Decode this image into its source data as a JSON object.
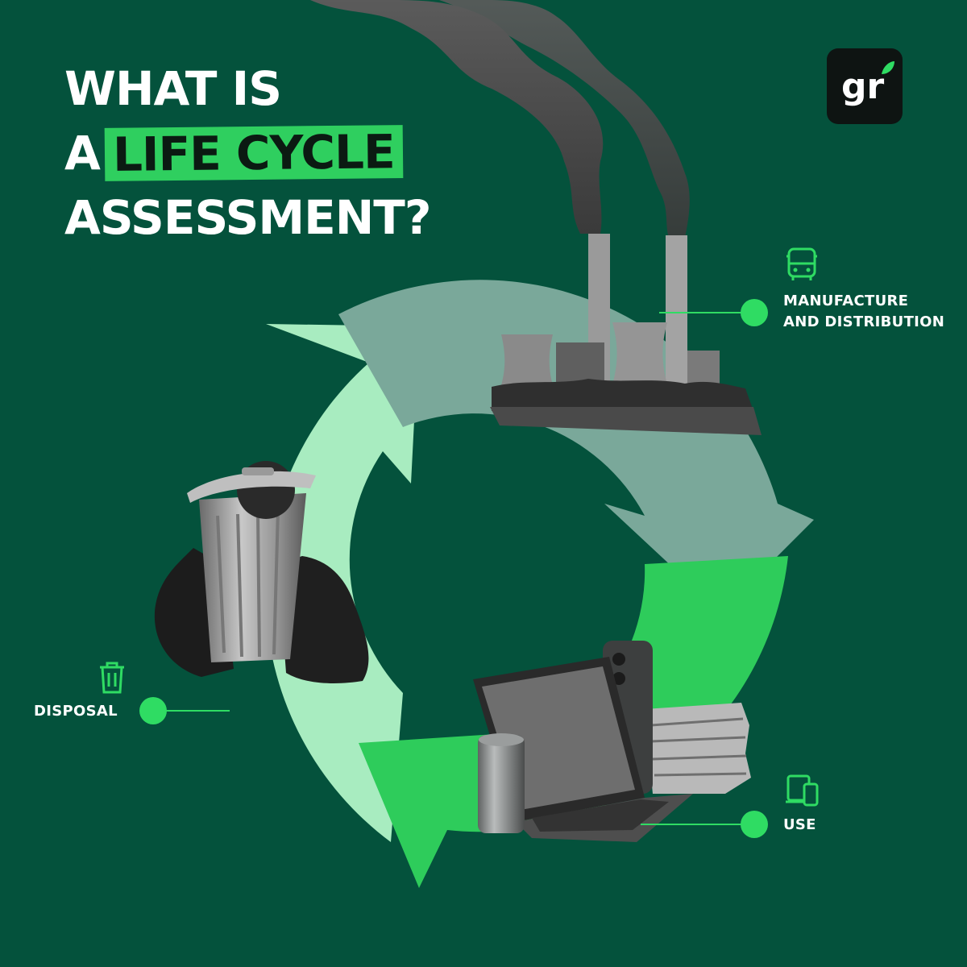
{
  "title": {
    "line1": "WHAT IS",
    "line2_prefix": "A",
    "line2_highlight": "LIFE CYCLE",
    "line3": "ASSESSMENT?"
  },
  "logo": {
    "text": "gr",
    "icon": "leaf-icon"
  },
  "stages": [
    {
      "id": "manufacture",
      "line1": "MANUFACTURE",
      "line2": "AND DISTRIBUTION",
      "icon": "bus-icon"
    },
    {
      "id": "use",
      "line1": "USE",
      "icon": "devices-icon"
    },
    {
      "id": "disposal",
      "line1": "DISPOSAL",
      "icon": "trash-icon"
    }
  ],
  "colors": {
    "background": "#04523c",
    "highlight": "#2fcf5f",
    "arrow_manufacture": "#7aa89a",
    "arrow_use": "#2ecc5b",
    "arrow_disposal": "#a8ecc0",
    "node": "#2fdc63"
  }
}
